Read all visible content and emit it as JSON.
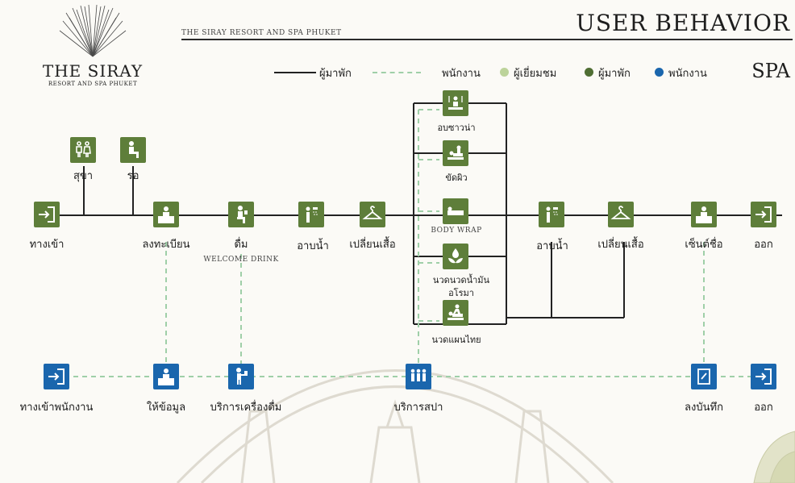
{
  "header": {
    "brand_line1": "THE SIRAY",
    "brand_line2": "RESORT AND SPA PHUKET",
    "top_caption": "THE SIRAY  RESORT AND SPA PHUKET",
    "title": "USER BEHAVIOR",
    "section": "SPA"
  },
  "legend": {
    "guest_line": "ผู้มาพัก",
    "staff_line": "พนักงาน",
    "visitor_dot": "ผู้เยี่ยมชม",
    "guest_dot": "ผู้มาพัก",
    "staff_dot": "พนักงาน"
  },
  "colors": {
    "guest_icon": "#5e7e3a",
    "staff_icon": "#1a66ad",
    "visitor_dot": "#bcd39a",
    "guest_dot": "#4f6e33",
    "staff_dot": "#1a66ad",
    "staff_path": "#9fcfa8"
  },
  "nodes": {
    "toilet": "สุขา",
    "wait": "รอ",
    "entrance": "ทางเข้า",
    "register": "ลงทะเบียน",
    "drink": "ดื่ม",
    "drink_sub": "WELCOME DRINK",
    "shower1": "อาบน้ำ",
    "change1": "เปลี่ยนเสื้อ",
    "steam": "อบซาวน่า",
    "scrub": "ขัดผิว",
    "body_wrap": "BODY WRAP",
    "aroma_line1": "นวดนวดน้ำมัน",
    "aroma_line2": "อโรมา",
    "thai_massage": "นวดแผนไทย",
    "shower2": "อาบน้ำ",
    "change2": "เปลี่ยนเสื้อ",
    "sign": "เซ็นต์ชื่อ",
    "exit": "ออก",
    "staff_entrance": "ทางเข้าพนักงาน",
    "info": "ให้ข้อมูล",
    "drink_service": "บริการเครื่องดื่ม",
    "spa_service": "บริการสปา",
    "record": "ลงบันทึก",
    "staff_exit": "ออก"
  }
}
